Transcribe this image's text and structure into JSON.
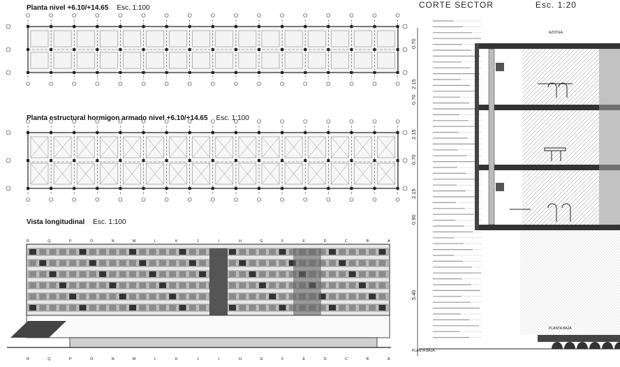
{
  "drawings": {
    "plan_level": {
      "title": "Planta nivel +6.10/+14.65",
      "scale": "Esc. 1:100"
    },
    "plan_structural": {
      "title": "Planta estructural hormigon armado nivel +6.10/+14.65",
      "scale": "Esc. 1:100"
    },
    "longitudinal_view": {
      "title": "Vista longitudinal",
      "scale": "Esc. 1:100"
    },
    "section": {
      "title": "CORTE SECTOR",
      "scale": "Esc. 1:20"
    }
  },
  "section_dimensions": [
    "0.70",
    "2.15",
    "0.70",
    "2.15",
    "0.70",
    "2.15",
    "0.90",
    "5.40"
  ],
  "elevation_axis_labels": [
    "R",
    "Q",
    "P",
    "O",
    "N",
    "M",
    "L",
    "K",
    "J",
    "I",
    "H",
    "G",
    "F",
    "E",
    "D",
    "C",
    "B",
    "A"
  ],
  "section_small_labels": {
    "top": "AZOTEA",
    "ground_left": "PLANTA BAJA",
    "ground_right": "PLANTA BAJA"
  }
}
